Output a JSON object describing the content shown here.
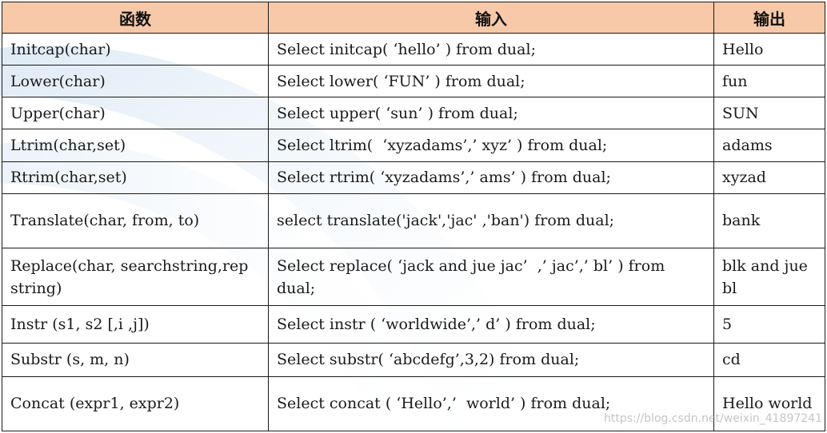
{
  "table": {
    "headers": [
      "函数",
      "输入",
      "输出"
    ],
    "rows": [
      {
        "function": "Initcap(char)",
        "input": "Select initcap( ‘hello’ ) from dual;",
        "output": "Hello"
      },
      {
        "function": "Lower(char)",
        "input": "Select lower( ‘FUN’ ) from dual;",
        "output": "fun"
      },
      {
        "function": "Upper(char)",
        "input": "Select upper( ‘sun’ ) from dual;",
        "output": "SUN"
      },
      {
        "function": "Ltrim(char,set)",
        "input": "Select ltrim(  ‘xyzadams’,’ xyz’ ) from dual;",
        "output": "adams"
      },
      {
        "function": "Rtrim(char,set)",
        "input": "Select rtrim( ‘xyzadams’,’ ams’ ) from dual;",
        "output": "xyzad"
      },
      {
        "function": "Translate(char, from, to)",
        "input": "select translate('jack','jac' ,'ban') from dual;",
        "output": "bank"
      },
      {
        "function": "Replace(char, searchstring,rep string)",
        "input": "Select replace( ‘jack and jue jac’  ,’ jac’,’ bl’ ) from dual;",
        "output": "blk and jue bl"
      },
      {
        "function": "Instr (s1, s2 [,i ,j])",
        "input": "Select instr ( ‘worldwide’,’ d’ ) from dual;",
        "output": "5"
      },
      {
        "function": "Substr (s, m, n)",
        "input": "Select substr( ‘abcdefg’,3,2) from dual;",
        "output": "cd"
      },
      {
        "function": "Concat (expr1, expr2)",
        "input": "Select concat ( ‘Hello’,’  world’ ) from dual;",
        "output": "Hello world"
      }
    ]
  },
  "watermark": "https://blog.csdn.net/weixin_41897241"
}
